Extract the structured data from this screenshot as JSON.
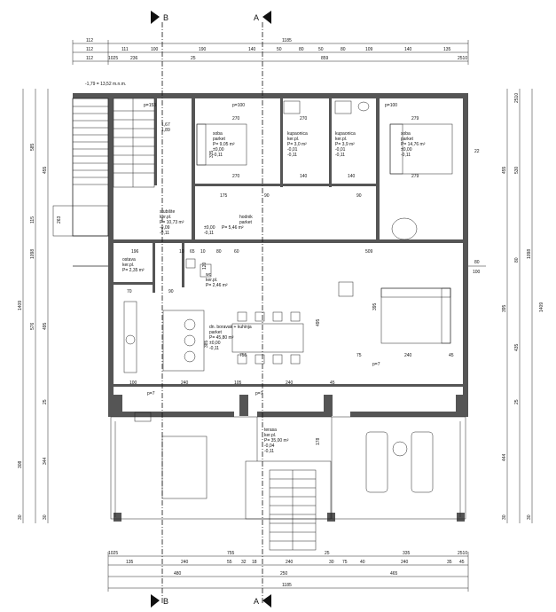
{
  "elevation_note": "-1,79 = 13,52 m.n.m.",
  "section_markers": [
    "B",
    "A"
  ],
  "top_dims": {
    "row1": [
      "112",
      "1185"
    ],
    "row2": [
      "112",
      "111",
      "100",
      "190",
      "140",
      "50",
      "80",
      "50",
      "80",
      "109",
      "140",
      "135"
    ],
    "row3": [
      "112",
      "1025",
      "236",
      "25",
      "859",
      "2510"
    ]
  },
  "bottom_dims": {
    "row1": [
      "1025",
      "755",
      "25",
      "335",
      "2510"
    ],
    "row2": [
      "135",
      "240",
      "55",
      "32",
      "18",
      "240",
      "30",
      "75",
      "40",
      "240",
      "35",
      "45"
    ],
    "row3": [
      "480",
      "250",
      "465"
    ],
    "row4": [
      "1185"
    ]
  },
  "left_dims": [
    "585",
    "455",
    "115",
    "263",
    "1098",
    "1409",
    "576",
    "495",
    "25",
    "308",
    "344",
    "30",
    "30"
  ],
  "right_dims": [
    "2510",
    "455",
    "530",
    "1098",
    "1409",
    "80",
    "395",
    "435",
    "25",
    "444",
    "30",
    "30"
  ],
  "side_labels": [
    "80",
    "100"
  ],
  "rooms": [
    {
      "name": "soba",
      "floor": "parket",
      "area": "P= 9,05 m²",
      "lvl1": "±0,00",
      "lvl2": "-0,11"
    },
    {
      "name": "kupaonica",
      "floor": "ker.pl.",
      "area": "P= 3,0 m²",
      "lvl1": "-0,01",
      "lvl2": "-0,11"
    },
    {
      "name": "kupaonica",
      "floor": "ker.pl.",
      "area": "P= 3,9 m²",
      "lvl1": "-0,01",
      "lvl2": "-0,11"
    },
    {
      "name": "soba",
      "floor": "parket",
      "area": "P= 14,76 m²",
      "lvl1": "±0,00",
      "lvl2": "-0,11"
    },
    {
      "name": "stubište",
      "floor": "ker.pl.",
      "area": "P= 10,73 m²",
      "lvl1": "-0,09",
      "lvl2": "-0,11"
    },
    {
      "name": "hodnik",
      "floor": "parket",
      "area": "P= 5,46 m²",
      "lvl1": "±0,00",
      "lvl2": "-0,11"
    },
    {
      "name": "ostava",
      "floor": "ker.pl.",
      "area": "P= 2,35 m²",
      "lvl1": "",
      "lvl2": ""
    },
    {
      "name": "wc",
      "floor": "ker.pl.",
      "area": "P= 2,46 m²",
      "lvl1": "",
      "lvl2": ""
    },
    {
      "name": "dn. boravak + kuhinja",
      "floor": "parket",
      "area": "P= 45,80 m²",
      "lvl1": "±0,00",
      "lvl2": "-0,11"
    },
    {
      "name": "terasa",
      "floor": "ker.pl.",
      "area": "P= 35,00 m²",
      "lvl1": "-0,04",
      "lvl2": "-0,11"
    }
  ],
  "inner_dims": [
    "270",
    "270",
    "270",
    "279",
    "279",
    "140",
    "140",
    "175",
    "90",
    "90",
    "196",
    "10",
    "65",
    "10",
    "80",
    "60",
    "509",
    "70",
    "90",
    "755",
    "100",
    "240",
    "105",
    "240",
    "45",
    "75",
    "240",
    "45",
    "395",
    "385",
    "495",
    "120",
    "335",
    "178",
    "1,67",
    "1,89",
    "22",
    "p=153",
    "p=100",
    "p=100",
    "p=7",
    "p=7",
    "p=7"
  ]
}
